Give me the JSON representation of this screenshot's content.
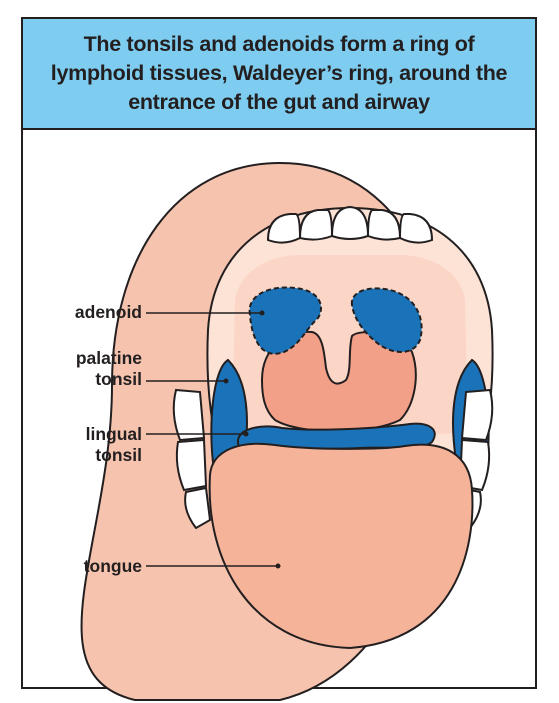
{
  "title": "The tonsils and adenoids form a ring of lymphoid tissues, Waldeyer’s ring, around the entrance of the gut and airway",
  "labels": {
    "adenoid": "adenoid",
    "palatine_line1": "palatine",
    "palatine_line2": "tonsil",
    "lingual_line1": "lingual",
    "lingual_line2": "tonsil",
    "tongue": "tongue"
  },
  "colors": {
    "header_bg": "#7ecdf0",
    "lymphoid": "#1a73b8",
    "lips": "#f6c4ae",
    "oral_cavity": "#fde3d6",
    "tongue": "#f5b49a",
    "uvula_region": "#f2a088",
    "outline": "#231f20"
  }
}
